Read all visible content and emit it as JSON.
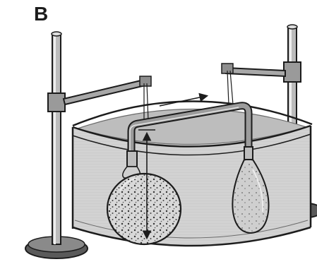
{
  "figure": {
    "panel_label": "B",
    "description_objects": [
      "ring-stand-left",
      "ring-stand-right",
      "water-basin",
      "siphon-tube",
      "large-flask",
      "small-flask"
    ],
    "colors": {
      "ink": "#1c1c1c",
      "water": "#c9c9c9",
      "water_dark": "#a9a9a9",
      "glass": "#dcdcdc",
      "paper": "#ffffff"
    }
  }
}
